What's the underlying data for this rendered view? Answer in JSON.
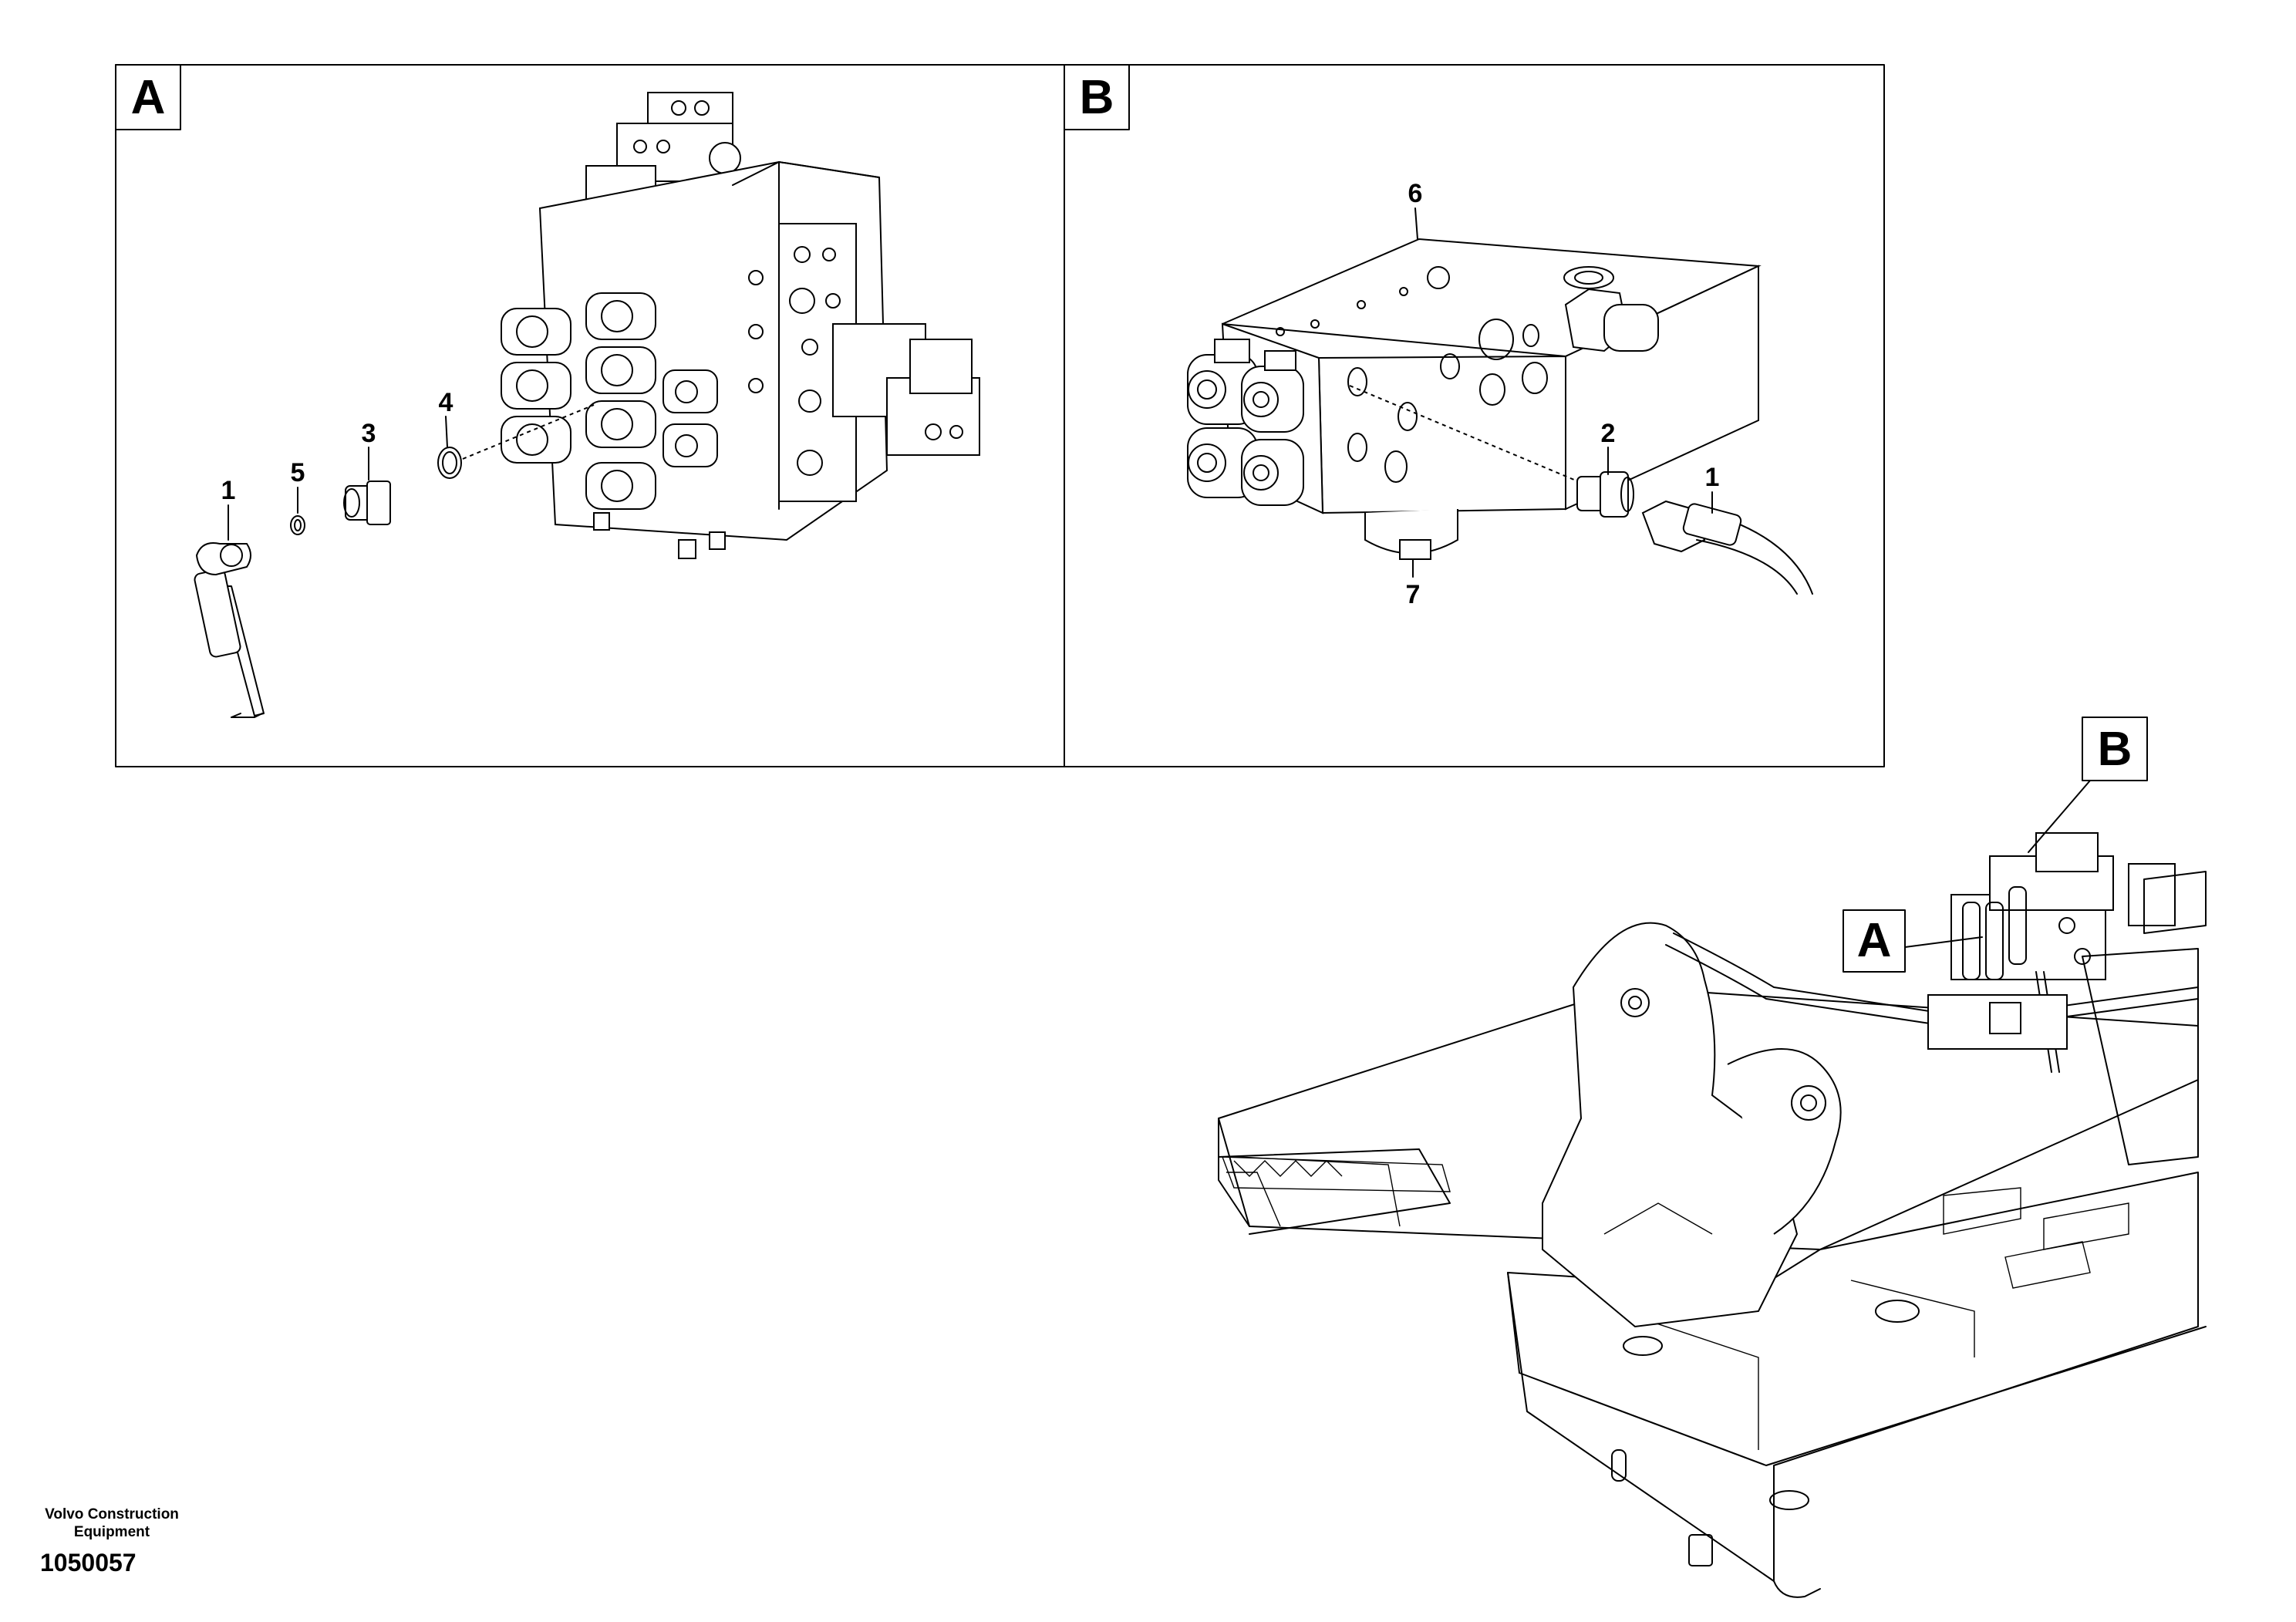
{
  "panels": {
    "a": {
      "label": "A",
      "callouts": {
        "c1": "1",
        "c3": "3",
        "c4": "4",
        "c5": "5"
      }
    },
    "b": {
      "label": "B",
      "callouts": {
        "c1": "1",
        "c2": "2",
        "c6": "6",
        "c7": "7"
      }
    }
  },
  "overview": {
    "label_a": "A",
    "label_b": "B"
  },
  "footer": {
    "company_line1": "Volvo Construction",
    "company_line2": "Equipment",
    "document_number": "1050057"
  }
}
